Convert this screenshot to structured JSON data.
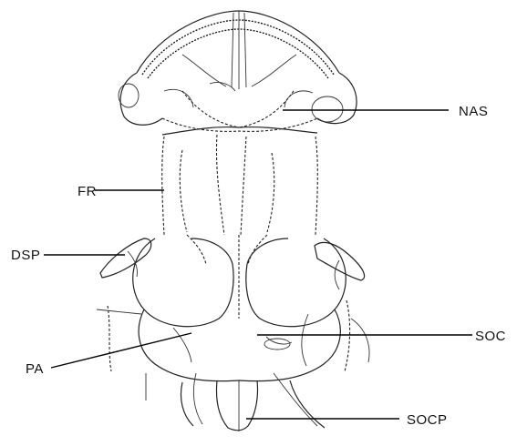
{
  "labels": {
    "nas": "NAS",
    "fr": "FR",
    "dsp": "DSP",
    "soc": "SOC",
    "pa": "PA",
    "socp": "SOCP"
  },
  "colors": {
    "ink": "#111111",
    "background": "#ffffff"
  }
}
